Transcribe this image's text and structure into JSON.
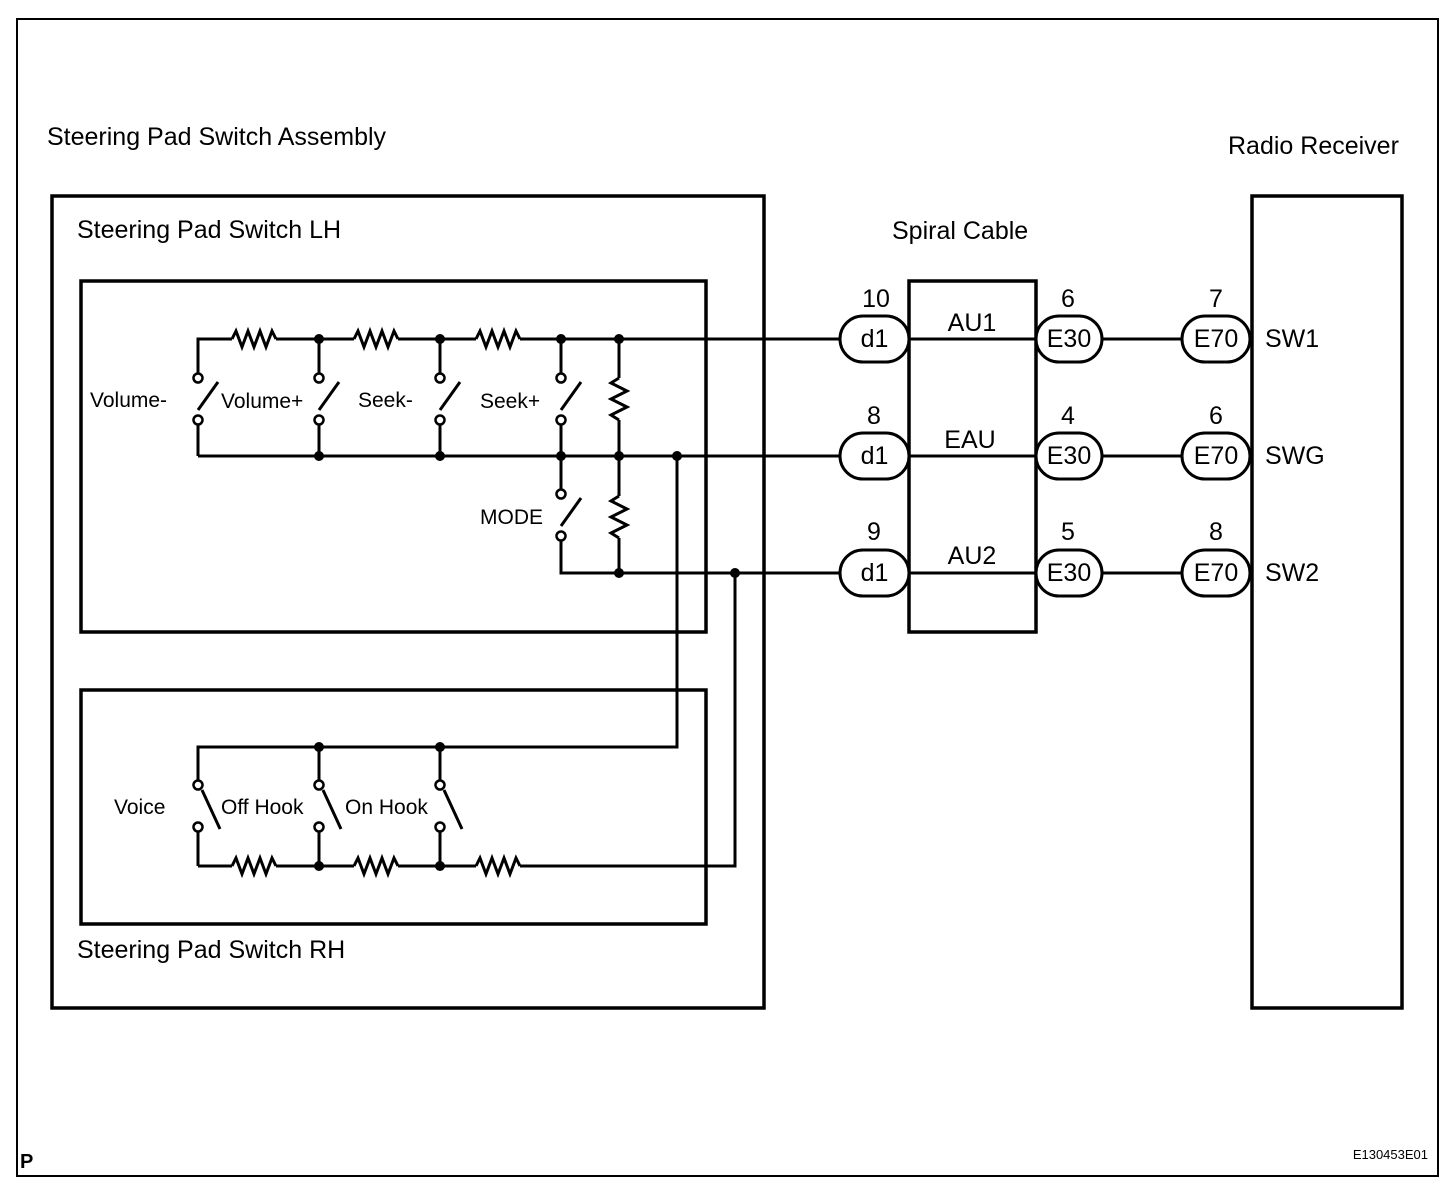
{
  "labels": {
    "assembly": "Steering Pad Switch Assembly",
    "lh": "Steering Pad Switch LH",
    "rh": "Steering Pad Switch RH",
    "spiral": "Spiral Cable",
    "radio": "Radio Receiver",
    "corner_p": "P",
    "code": "E130453E01"
  },
  "switches": {
    "volume_minus": "Volume-",
    "volume_plus": "Volume+",
    "seek_minus": "Seek-",
    "seek_plus": "Seek+",
    "mode": "MODE",
    "voice": "Voice",
    "off_hook": "Off Hook",
    "on_hook": "On Hook"
  },
  "lines": [
    {
      "d1_pin": "10",
      "d1": "d1",
      "spiral_signal": "AU1",
      "e30_pin": "6",
      "e30": "E30",
      "e70_pin": "7",
      "e70": "E70",
      "radio_terminal": "SW1"
    },
    {
      "d1_pin": "8",
      "d1": "d1",
      "spiral_signal": "EAU",
      "e30_pin": "4",
      "e30": "E30",
      "e70_pin": "6",
      "e70": "E70",
      "radio_terminal": "SWG"
    },
    {
      "d1_pin": "9",
      "d1": "d1",
      "spiral_signal": "AU2",
      "e30_pin": "5",
      "e30": "E30",
      "e70_pin": "8",
      "e70": "E70",
      "radio_terminal": "SW2"
    }
  ]
}
